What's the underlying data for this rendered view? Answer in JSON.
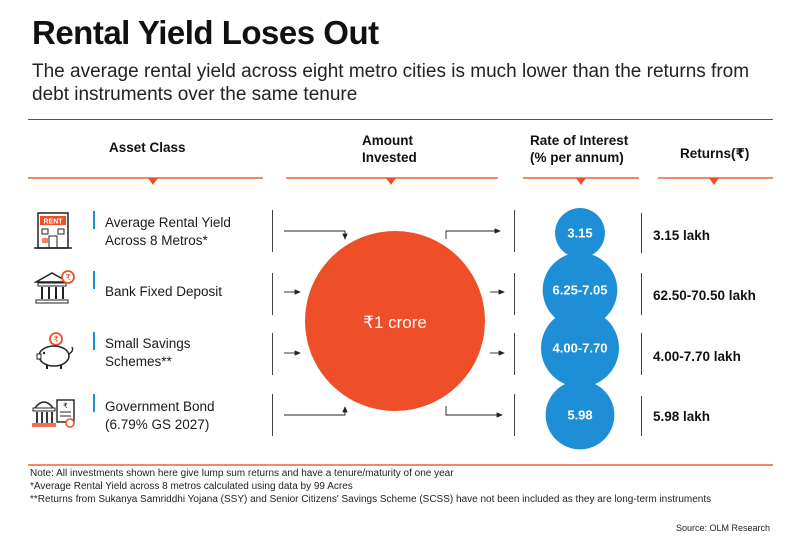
{
  "title": "Rental Yield Loses Out",
  "subtitle": "The average rental yield across eight metro cities is much lower than the returns from debt instruments over the same tenure",
  "headers": {
    "asset_class": "Asset Class",
    "amount_invested_line1": "Amount",
    "amount_invested_line2": "Invested",
    "rate_line1": "Rate of Interest",
    "rate_line2": "(% per annum)",
    "returns": "Returns(₹)"
  },
  "amount_invested": "₹1 crore",
  "rows": [
    {
      "label_line1": "Average Rental Yield",
      "label_line2": "Across 8 Metros*",
      "rate": "3.15",
      "returns": "3.15 lakh",
      "icon": "rent-building-icon",
      "icon_text": "RENT"
    },
    {
      "label_line1": "Bank Fixed Deposit",
      "label_line2": "",
      "rate": "6.25-7.05",
      "returns": "62.50-70.50 lakh",
      "icon": "bank-icon"
    },
    {
      "label_line1": "Small Savings",
      "label_line2": "Schemes**",
      "rate": "4.00-7.70",
      "returns": "4.00-7.70 lakh",
      "icon": "piggy-bank-icon"
    },
    {
      "label_line1": "Government Bond",
      "label_line2": "(6.79% GS 2027)",
      "rate": "5.98",
      "returns": "5.98 lakh",
      "icon": "government-bond-icon"
    }
  ],
  "notes": [
    "Note: All investments shown here give lump sum returns and have a tenure/maturity of one year",
    "*Average Rental Yield across 8 metros calculated using data by 99 Acres",
    "**Returns from Sukanya Samriddhi Yojana (SSY) and Senior Citizens' Savings Scheme (SCSS) have not been included as they are long-term instruments"
  ],
  "source": "Source: OLM Research",
  "colors": {
    "orange": "#ee4f28",
    "blue": "#1e8fd6",
    "accent_line": "#f08a64"
  },
  "chart_data": {
    "type": "table",
    "title": "Rental Yield Loses Out",
    "columns": [
      "Asset Class",
      "Amount Invested",
      "Rate of Interest (% per annum)",
      "Returns(₹)"
    ],
    "rows": [
      [
        "Average Rental Yield Across 8 Metros*",
        "₹1 crore",
        "3.15",
        "3.15 lakh"
      ],
      [
        "Bank Fixed Deposit",
        "₹1 crore",
        "6.25-7.05",
        "62.50-70.50 lakh"
      ],
      [
        "Small Savings Schemes**",
        "₹1 crore",
        "4.00-7.70",
        "4.00-7.70 lakh"
      ],
      [
        "Government Bond (6.79% GS 2027)",
        "₹1 crore",
        "5.98",
        "5.98 lakh"
      ]
    ],
    "rate_bubble_values": [
      3.15,
      7.05,
      7.7,
      5.98
    ]
  }
}
